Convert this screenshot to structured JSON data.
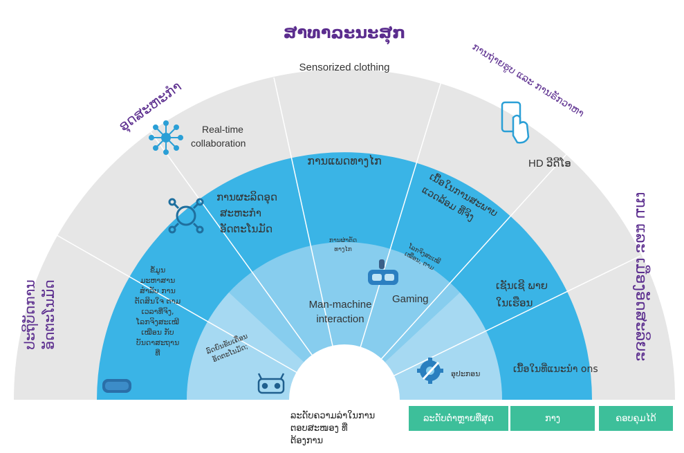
{
  "colors": {
    "outer_ring": "#e6e6e6",
    "ring2": "#3ab4e6",
    "ring3": "#87cdee",
    "ring3_light": "#bfe4f6",
    "accent_purple": "#5b2d8e",
    "legend_green": "#3dbf9a"
  },
  "outer_ring": {
    "left": "ປະຖິບັດການ\nອັດຕະໂນມັດ",
    "upper_left": "ອຸດສະຫະກໍາ",
    "top": "ສາທາລະນະສຸກ",
    "top_sub": "Sensorized clothing",
    "upper_right": "ການຖ່າຍຮູບ ແລະ ການຣັກວາ​ຫາ",
    "upper_right_sub": "HD ວີດີໂອ",
    "right": "ເກມ ແລະ ເມືອງອັດສະລິຍະ"
  },
  "middle_ring": {
    "top_label": "ການແພດທາງໄກ",
    "upper_left_label": "ການຜະລິດອຸດ\nສະຫະກໍາ\nອັດຕະໂນມັດ",
    "upper_left_sub": "Real-time\ncollaboration",
    "upper_right_label": "ເນື້ອໃນການສະພາບ\nແວດລ້ອມ ທີ່ຈິງ",
    "right_label": "ເຊັນເຊີ ພາຍ\nໃນເຮືອນ",
    "lower_right_label": "ເນື້ອໃນທີ່ແນະນໍາ ons",
    "left_label": "ຂໍ້ມູນ\nມະຫາສານ\nສໍາລັບ ການ\nຕັດສິນໃຈ ຕາມ\nເວລາທີ່ຈິງ,\nໂລກຈິງສະເໝີ\nເໝືອນ ກັບ\nບັນດາສະຖານ\nທີ່"
  },
  "inner_ring": {
    "top_left_small": "ການຜ່າຕັດ\nທາງໄກ",
    "top_right_small": "ໂລກຈິງສະເໝີ\nເໝືອນ, ຕາມ",
    "center_left": "Man-machine\ninteraction",
    "center_right": "Gaming",
    "lower_left": "ລົດຍົນຂັບເຄື່ອນ\nອັດຕະໂນມັດ;",
    "lower_right": "ອຸປະກອນ"
  },
  "icons": [
    "network-icon",
    "robot-arm-icon",
    "touch-phone-icon",
    "vr-headset-icon",
    "gear-wrench-icon",
    "vr-goggles-icon",
    "autonomous-car-icon"
  ],
  "legend": {
    "caption": "ລະດັບຄວາມລ່າໃນການ\nຕອບສະໜອງ ທີ່\nຕ້ອງການ",
    "low": "ລະດັບຕໍ່າຫຼາຍທີ່ສຸດ",
    "medium": "ກາງ",
    "acceptable": "ຄອບຄຸມໄດ້"
  }
}
